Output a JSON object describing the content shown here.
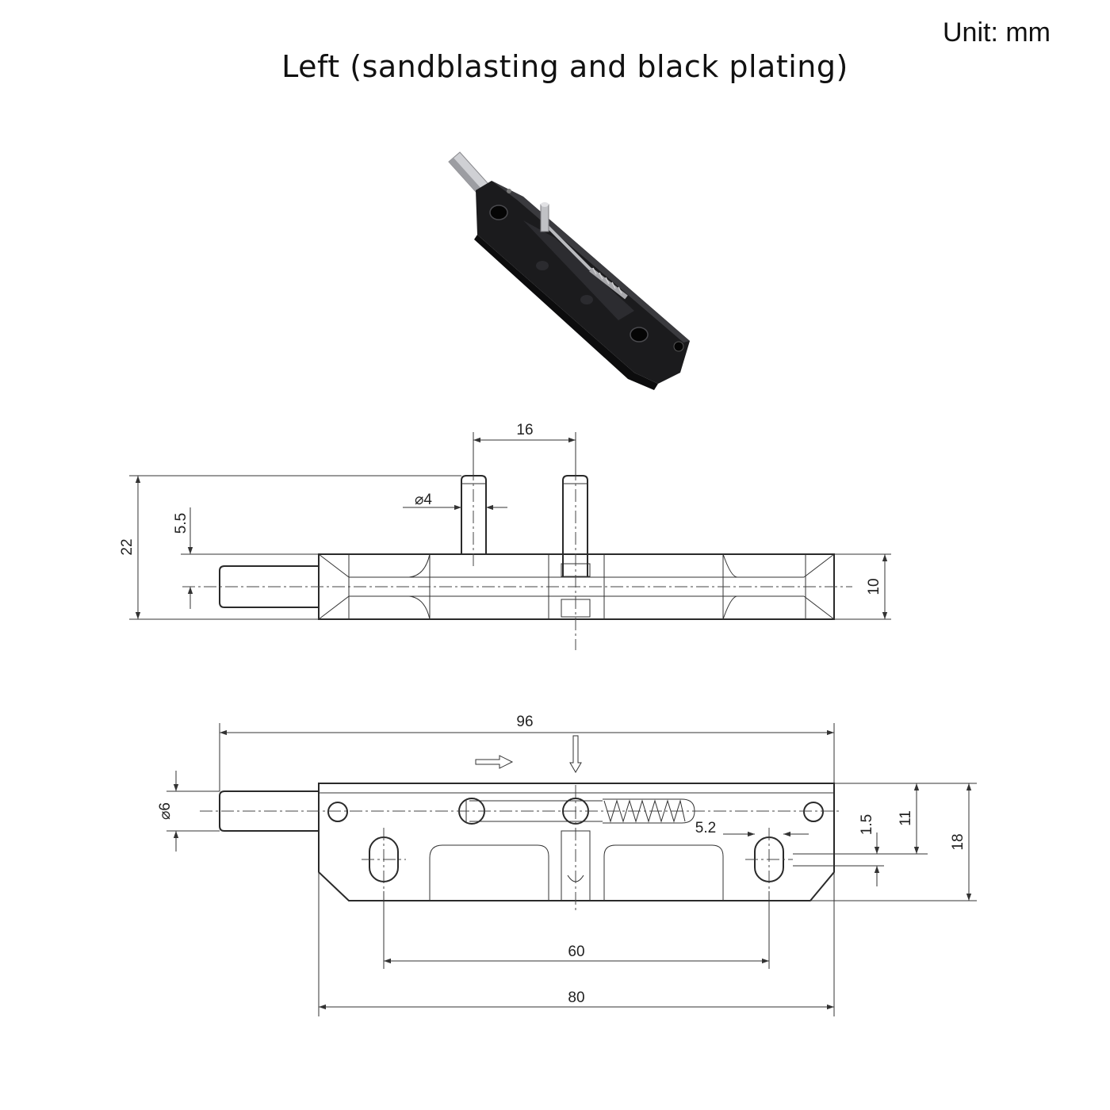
{
  "header": {
    "unit_label": "Unit: mm",
    "title": "Left (sandblasting and black plating)"
  },
  "photo": {
    "icon": "black-slide-bolt-latch-photo"
  },
  "side_view": {
    "dims": {
      "pin_spacing": "16",
      "pin_diameter": "⌀4",
      "total_height": "22",
      "pin_offset": "5.5",
      "body_height": "10"
    }
  },
  "top_view": {
    "arrow_icon": "slide-direction-arrow-icon",
    "dims": {
      "overall_length": "96",
      "bolt_diameter": "⌀6",
      "slot_width": "5.2",
      "slot_offset": "1.5",
      "bolt_axis_height": "11",
      "body_width": "18",
      "hole_spacing": "60",
      "body_length": "80"
    }
  },
  "colors": {
    "line": "#2a2a2a",
    "photo_body": "#1b1b1d",
    "photo_pin": "#c9c9cc"
  }
}
